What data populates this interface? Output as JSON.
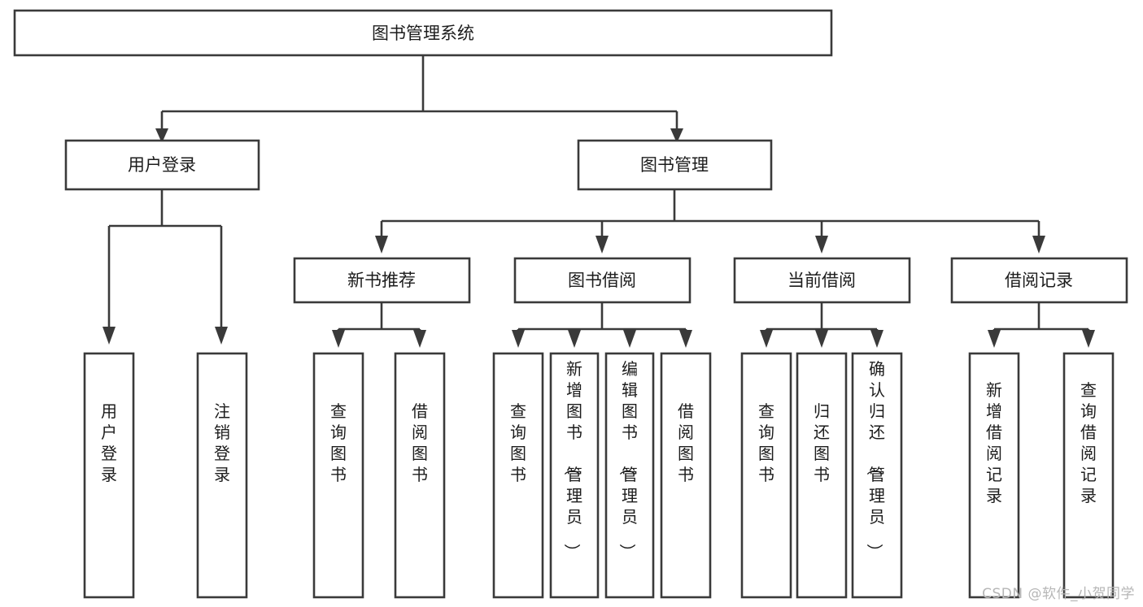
{
  "diagram": {
    "title": "图书管理系统",
    "watermark": "CSDN @软件_小贺同学",
    "root": {
      "label": "图书管理系统"
    },
    "level2": [
      {
        "label": "用户登录"
      },
      {
        "label": "图书管理"
      }
    ],
    "level3": [
      {
        "label": "新书推荐"
      },
      {
        "label": "图书借阅"
      },
      {
        "label": "当前借阅"
      },
      {
        "label": "借阅记录"
      }
    ],
    "leaves": {
      "user_login": [
        {
          "label": "用户登录"
        },
        {
          "label": "注销登录"
        }
      ],
      "new_book_recommend": [
        {
          "label": "查询图书"
        },
        {
          "label": "借阅图书"
        }
      ],
      "book_borrow": [
        {
          "label": "查询图书"
        },
        {
          "label": "新增图书（管理员）"
        },
        {
          "label": "编辑图书（管理员）"
        },
        {
          "label": "借阅图书"
        }
      ],
      "current_borrow": [
        {
          "label": "查询图书"
        },
        {
          "label": "归还图书"
        },
        {
          "label": "确认归还（管理员）"
        }
      ],
      "borrow_record": [
        {
          "label": "新增借阅记录"
        },
        {
          "label": "查询借阅记录"
        }
      ]
    },
    "colors": {
      "stroke": "#3a3a3a",
      "fill": "#ffffff",
      "text": "#1c1c1c",
      "watermark": "#b6b6b6"
    }
  }
}
